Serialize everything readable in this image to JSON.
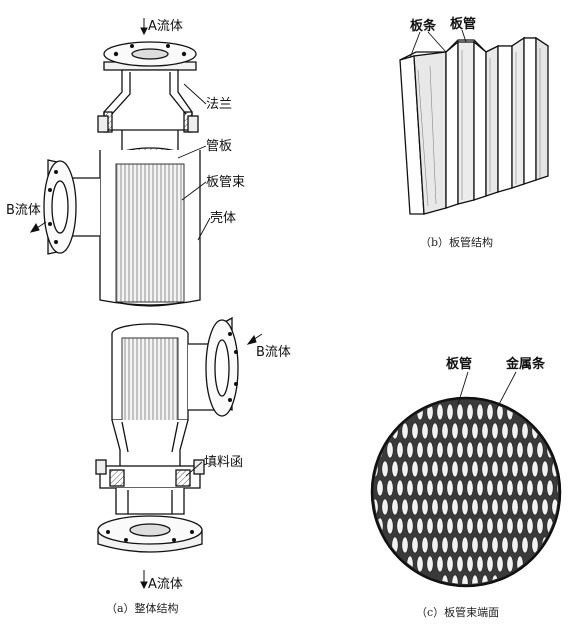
{
  "labels": {
    "a_top": "A流体",
    "a_bottom": "A流体",
    "b_left": "B流体",
    "b_right": "B流体",
    "flange": "法兰",
    "tube_sheet": "管板",
    "plate_bundle": "板管束",
    "shell": "壳体",
    "packing_box": "填料函",
    "strip": "板条",
    "plate_tube_b": "板管",
    "plate_tube_c": "板管",
    "metal_strip": "金属条"
  },
  "captions": {
    "a": "（a）整体结构",
    "b": "（b）板管结构",
    "c": "（c）板管束端面"
  }
}
